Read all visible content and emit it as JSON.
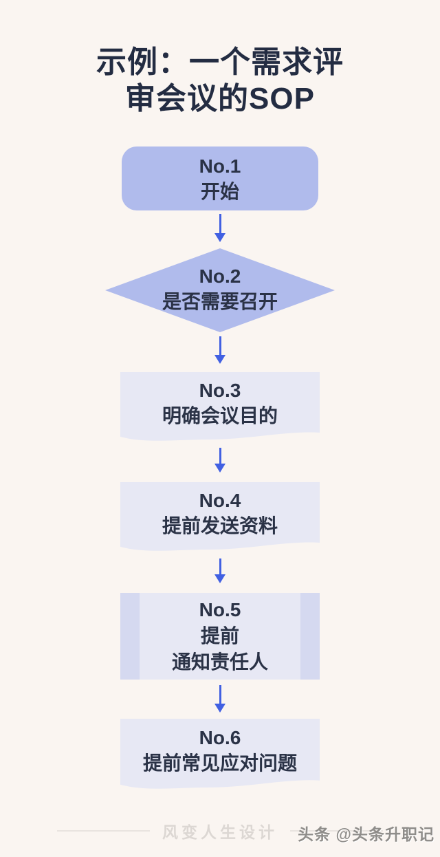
{
  "page": {
    "background_color": "#faf5f1",
    "title_line1": "示例：一个需求评",
    "title_line2": "审会议的SOP"
  },
  "flow": {
    "colors": {
      "solid_node_fill": "#b0bbec",
      "light_node_fill": "#e7e8f4",
      "predefined_side_bar_fill": "#d5d9f0",
      "node_text": "#2a3246",
      "connector_arrow": "#4160e2",
      "title_text": "#232c42"
    },
    "nodes": [
      {
        "id": "No.1",
        "shape": "rounded-rectangle",
        "lines": [
          "开始"
        ]
      },
      {
        "id": "No.2",
        "shape": "diamond-decision",
        "lines": [
          "是否需要召开"
        ]
      },
      {
        "id": "No.3",
        "shape": "document",
        "lines": [
          "明确会议目的"
        ]
      },
      {
        "id": "No.4",
        "shape": "document",
        "lines": [
          "提前发送资料"
        ]
      },
      {
        "id": "No.5",
        "shape": "predefined-process",
        "lines": [
          "提前",
          "通知责任人"
        ]
      },
      {
        "id": "No.6",
        "shape": "document",
        "lines": [
          "提前常见应对问题"
        ]
      }
    ],
    "connector_count": 5
  },
  "footer": {
    "brand": "风变人生设计"
  },
  "watermark": {
    "text": "头条 @头条升职记"
  }
}
